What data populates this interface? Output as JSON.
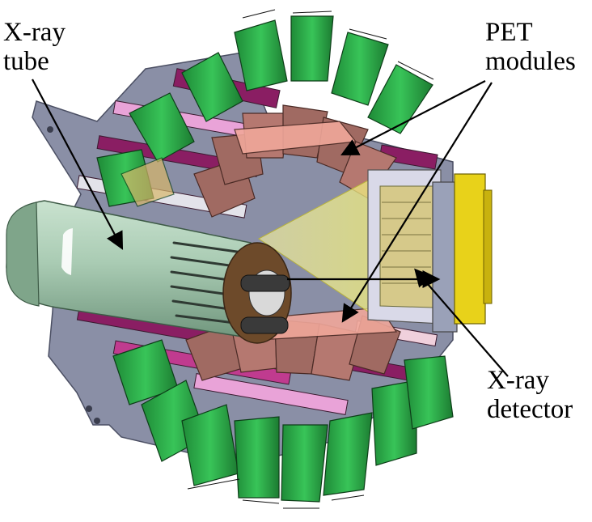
{
  "labels": {
    "xray_tube": [
      "X-ray",
      "tube"
    ],
    "pet_modules": [
      "PET",
      "modules"
    ],
    "xray_detector": [
      "X-ray",
      "detector"
    ]
  },
  "colors": {
    "background": "#ffffff",
    "frame_plate": "#8a8fa6",
    "pet_crystal": "#a06a62",
    "pet_crystal_light": "#f0a79a",
    "pet_electronics": "#2fb24a",
    "pet_electronics_dark": "#176b2a",
    "rail_purple": "#8a1e63",
    "rail_pink": "#e9a3d8",
    "tube_body": "#a9cbb3",
    "tube_cap": "#6d4a2a",
    "xray_beam": "#e7e56a",
    "detector_plate": "#d9d9e8",
    "detector_frame": "#e8d21a",
    "arrow": "#000000"
  }
}
